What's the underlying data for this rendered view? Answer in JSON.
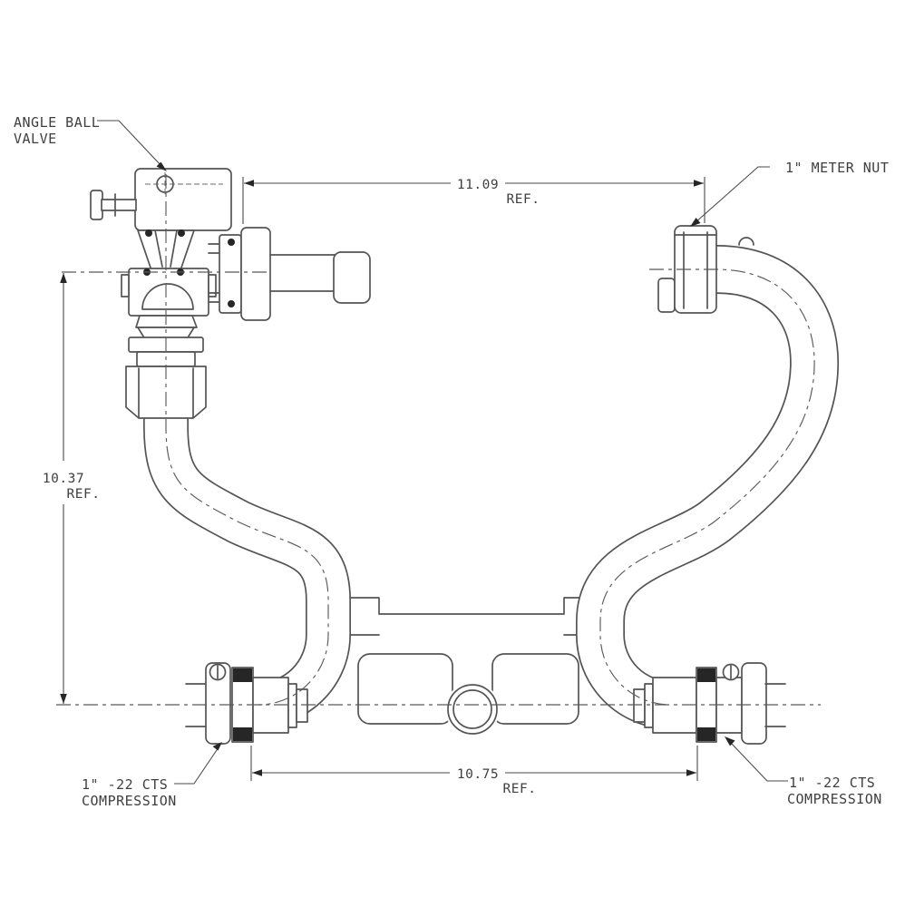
{
  "drawing": {
    "type": "technical-line-drawing",
    "subject": "water meter setter assembly cross-section"
  },
  "callouts": {
    "angle_ball_valve": {
      "line1": "ANGLE BALL",
      "line2": "VALVE"
    },
    "meter_nut": {
      "text": "1\" METER NUT"
    },
    "cts_left": {
      "line1": "1\" -22 CTS",
      "line2": "COMPRESSION"
    },
    "cts_right": {
      "line1": "1\" -22 CTS",
      "line2": "COMPRESSION"
    }
  },
  "dimensions": {
    "top_width": {
      "value": "11.09",
      "ref": "REF."
    },
    "left_height": {
      "value": "10.37",
      "ref": "REF."
    },
    "bottom_width": {
      "value": "10.75",
      "ref": "REF."
    }
  },
  "colors": {
    "line": "#545454",
    "centerline": "#5a5a5a",
    "text": "#3f3f3f",
    "dark_fill": "#262626",
    "background": "#ffffff"
  }
}
